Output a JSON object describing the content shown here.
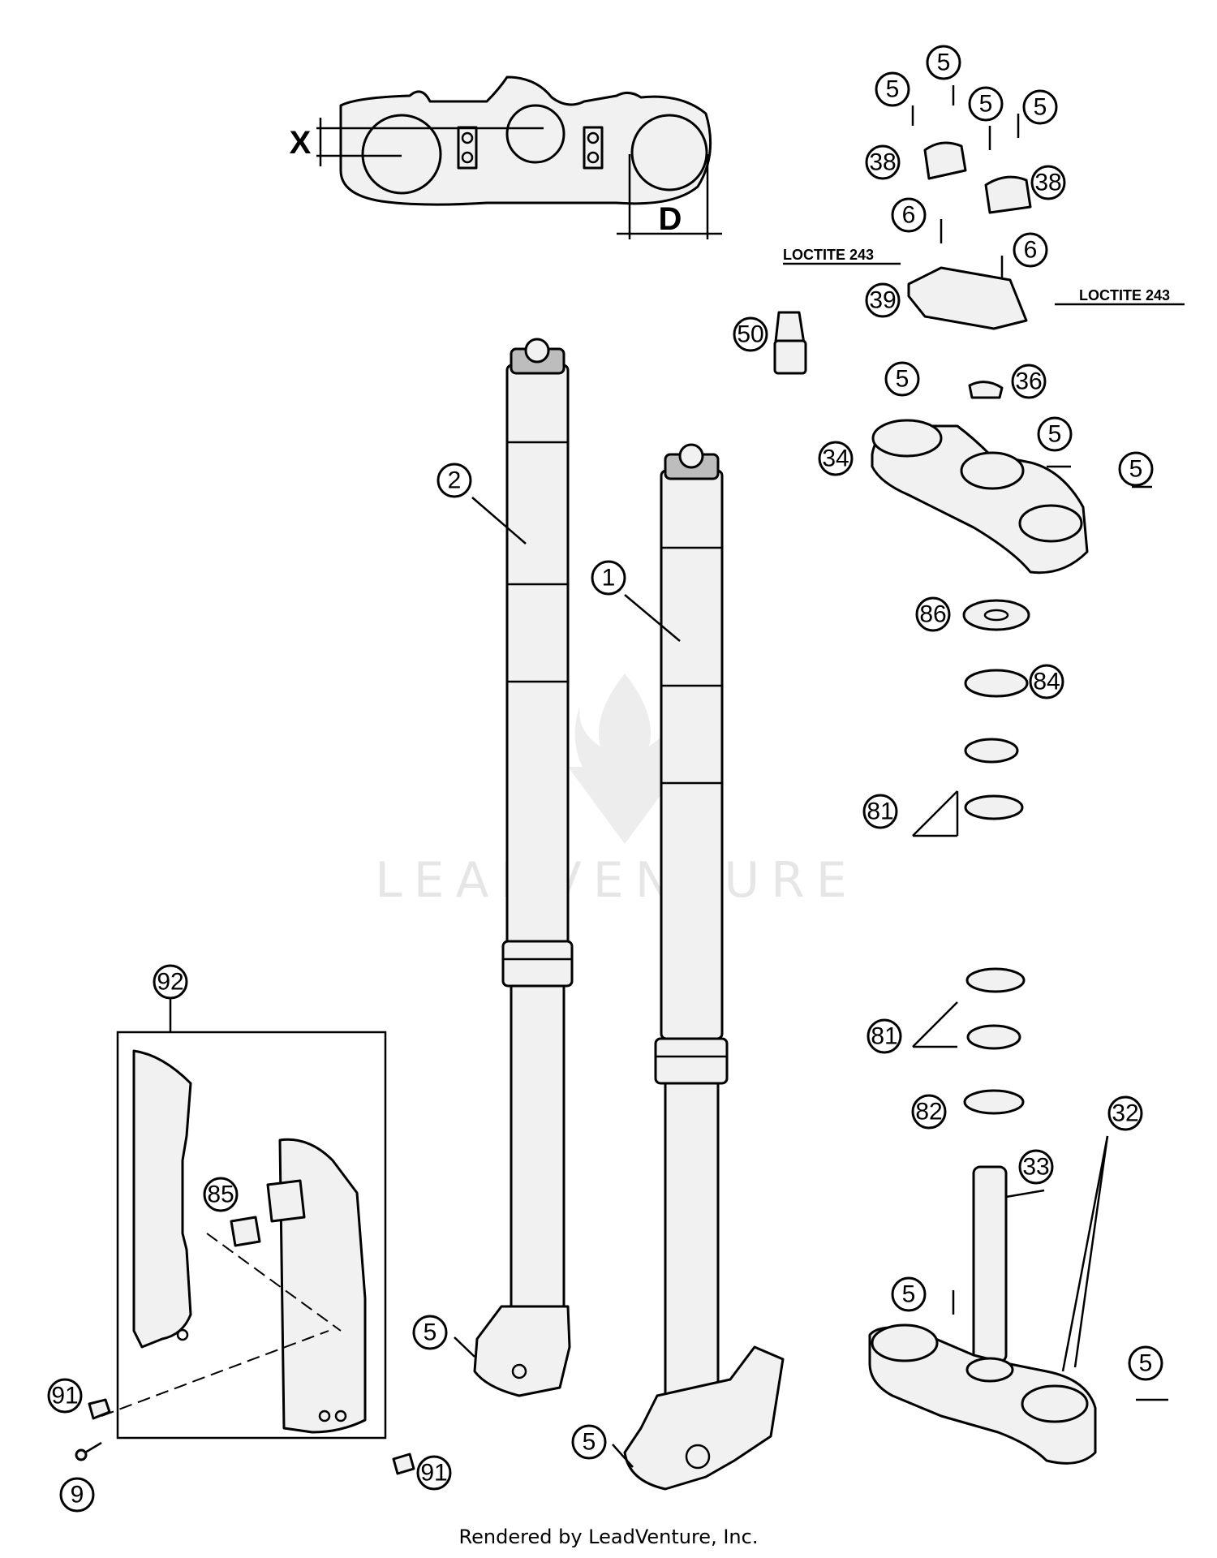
{
  "callouts": {
    "c1": "1",
    "c2": "2",
    "c5a": "5",
    "c5b": "5",
    "c5c": "5",
    "c5d": "5",
    "c5e": "5",
    "c5f": "5",
    "c5g": "5",
    "c5h": "5",
    "c5i": "5",
    "c5j": "5",
    "c5k": "5",
    "c6a": "6",
    "c6b": "6",
    "c9": "9",
    "c32": "32",
    "c33": "33",
    "c34": "34",
    "c36": "36",
    "c38a": "38",
    "c38b": "38",
    "c39": "39",
    "c50": "50",
    "c81a": "81",
    "c81b": "81",
    "c82": "82",
    "c84": "84",
    "c85": "85",
    "c86": "86",
    "c91a": "91",
    "c91b": "91",
    "c92": "92"
  },
  "notes": {
    "loctite_a": "LOCTITE 243",
    "loctite_b": "LOCTITE 243"
  },
  "dimensions": {
    "x": "X",
    "d": "D"
  },
  "watermark": "LEADVENTURE",
  "footer": "Rendered by LeadVenture, Inc."
}
